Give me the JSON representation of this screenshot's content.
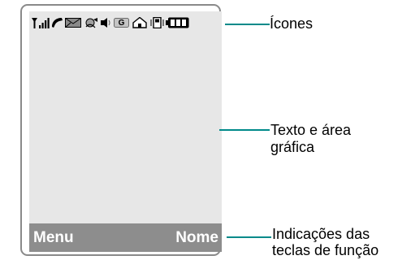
{
  "phone_screen": {
    "icons": [
      "signal-strength-icon",
      "call-icon",
      "message-icon",
      "voicemail-icon",
      "ringer-icon",
      "gprs-icon",
      "home-zone-icon",
      "vibration-icon",
      "battery-icon"
    ],
    "gprs_letter": "G",
    "softkeys": {
      "left": "Menu",
      "right": "Nome"
    }
  },
  "callouts": {
    "icons": "Ícones",
    "text_area_line1": "Texto e área",
    "text_area_line2": "gráfica",
    "softkeys_line1": "Indicações das",
    "softkeys_line2": "teclas de função"
  },
  "colors": {
    "screen": "#e7e7e7",
    "softkey_bar": "#8d8d8d",
    "leader_lines": "#008a8a",
    "frame": "#8a8a8a"
  }
}
